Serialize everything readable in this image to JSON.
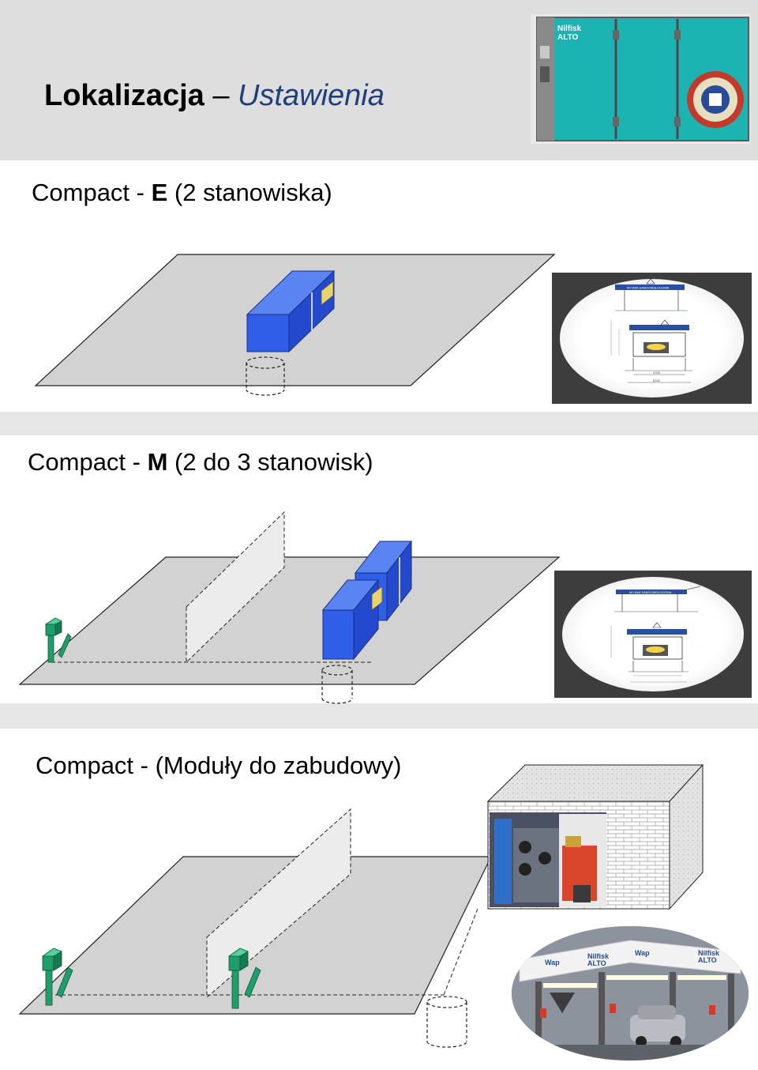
{
  "header": {
    "title_bold": "Lokalizacja",
    "title_dash": " – ",
    "title_italic": "Ustawienia"
  },
  "sections": [
    {
      "prefix": "Compact - ",
      "model": "E",
      "suffix": " (2 stanowiska)"
    },
    {
      "prefix": "Compact - ",
      "model": "M",
      "suffix": " (2 do 3 stanowisk)"
    },
    {
      "prefix": "Compact - ",
      "model": "",
      "suffix": " (Moduły do zabudowy)"
    }
  ],
  "machine_photo": {
    "brand_line1": "Nilfisk",
    "brand_line2": "ALTO"
  },
  "plan_drawings": [
    {
      "banner": "MYJNIA SAMOOBSŁUGOWA",
      "dim_1": "4700",
      "dim_2": "6220"
    },
    {
      "banner": "MYJNIA SAMOOBSŁUGOWA"
    }
  ],
  "wash_photo": {
    "brand_a": "Wap",
    "brand_b": "Nilfisk ALTO",
    "brand_c": "Wap",
    "brand_d": "Nilfisk ALTO"
  },
  "colors": {
    "unit_blue": "#2f5fe8",
    "unit_blue_top": "#4d7df5",
    "unit_blue_side": "#1f45c4",
    "panel_green": "#1e9e6b",
    "machine_teal": "#1db3b3",
    "floor_gray": "#cfcfcf"
  }
}
